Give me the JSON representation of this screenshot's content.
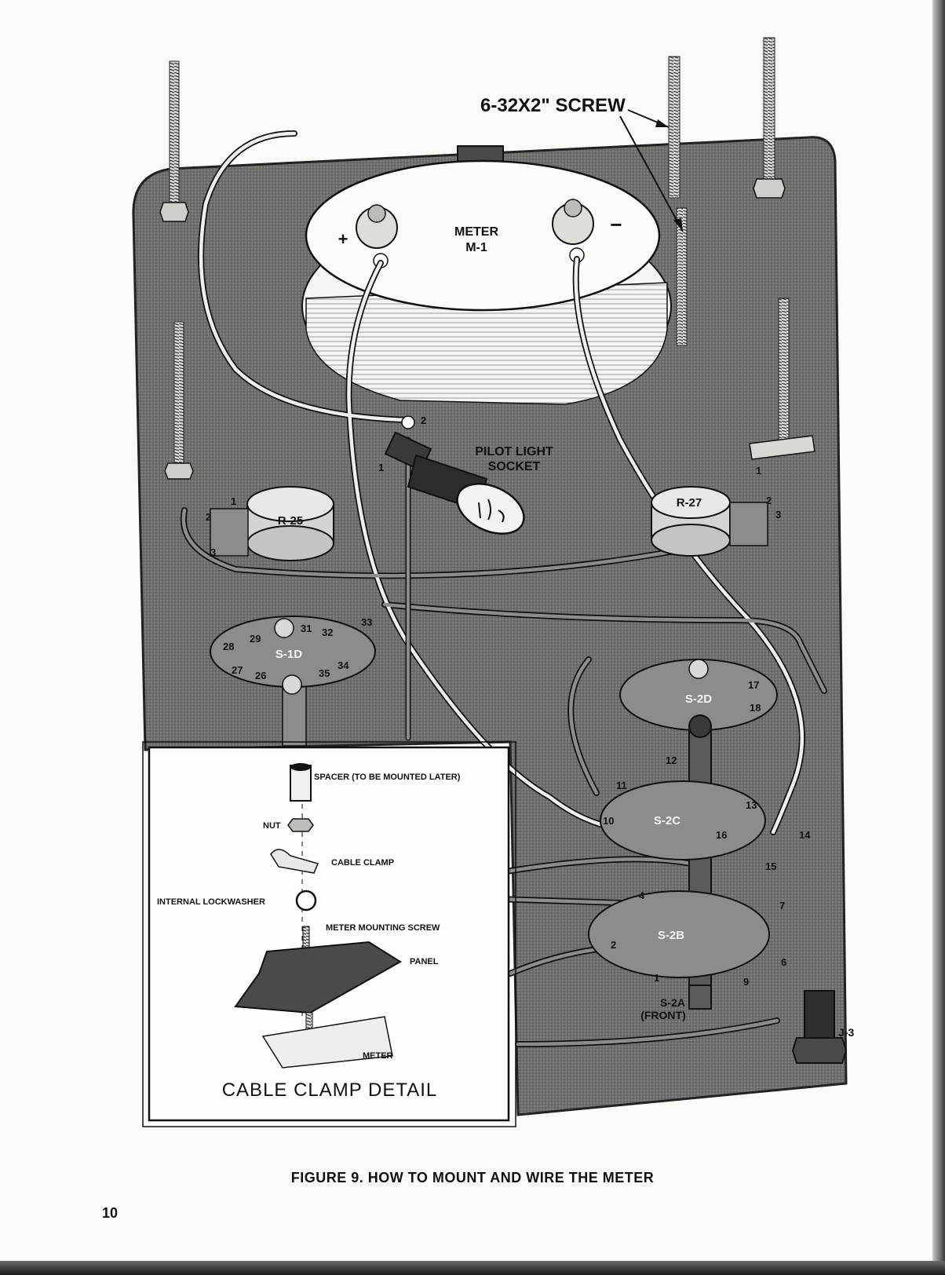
{
  "labels": {
    "screw": "6-32X2\" SCREW",
    "meter_line1": "METER",
    "meter_line2": "M-1",
    "plus": "+",
    "minus": "−",
    "pilot_line1": "PILOT LIGHT",
    "pilot_line2": "SOCKET",
    "r25": "R-25",
    "r27": "R-27",
    "s1d": "S-1D",
    "s2d": "S-2D",
    "s2c": "S-2C",
    "s2b": "S-2B",
    "s2a_line1": "S-2A",
    "s2a_line2": "(FRONT)",
    "j3": "J-3"
  },
  "terminals": {
    "pilot_1": "1",
    "pilot_2": "2",
    "r25_1": "1",
    "r25_2": "2",
    "r25_3": "3",
    "r27_1": "1",
    "r27_2": "2",
    "r27_3": "3",
    "s1d_29": "29",
    "s1d_31": "31",
    "s1d_32": "32",
    "s1d_33": "33",
    "s1d_28": "28",
    "s1d_27": "27",
    "s1d_26": "26",
    "s1d_35": "35",
    "s1d_34": "34",
    "s2c_10": "10",
    "s2c_11": "11",
    "s2c_12": "12",
    "s2c_13": "13",
    "s2c_14": "14",
    "s2c_15": "15",
    "s2c_16": "16",
    "s2d_17": "17",
    "s2d_18": "18",
    "s2b_1": "1",
    "s2b_2": "2",
    "s2b_4": "4",
    "s2b_6": "6",
    "s2b_7": "7",
    "s2b_9": "9"
  },
  "detail": {
    "title": "CABLE CLAMP DETAIL",
    "spacer": "SPACER (TO BE MOUNTED LATER)",
    "nut": "NUT",
    "cable_clamp": "CABLE CLAMP",
    "lockwasher": "INTERNAL LOCKWASHER",
    "screw": "METER MOUNTING SCREW",
    "panel": "PANEL",
    "meter": "METER"
  },
  "caption": "FIGURE 9. HOW TO MOUNT AND WIRE THE METER",
  "page_number": "10"
}
